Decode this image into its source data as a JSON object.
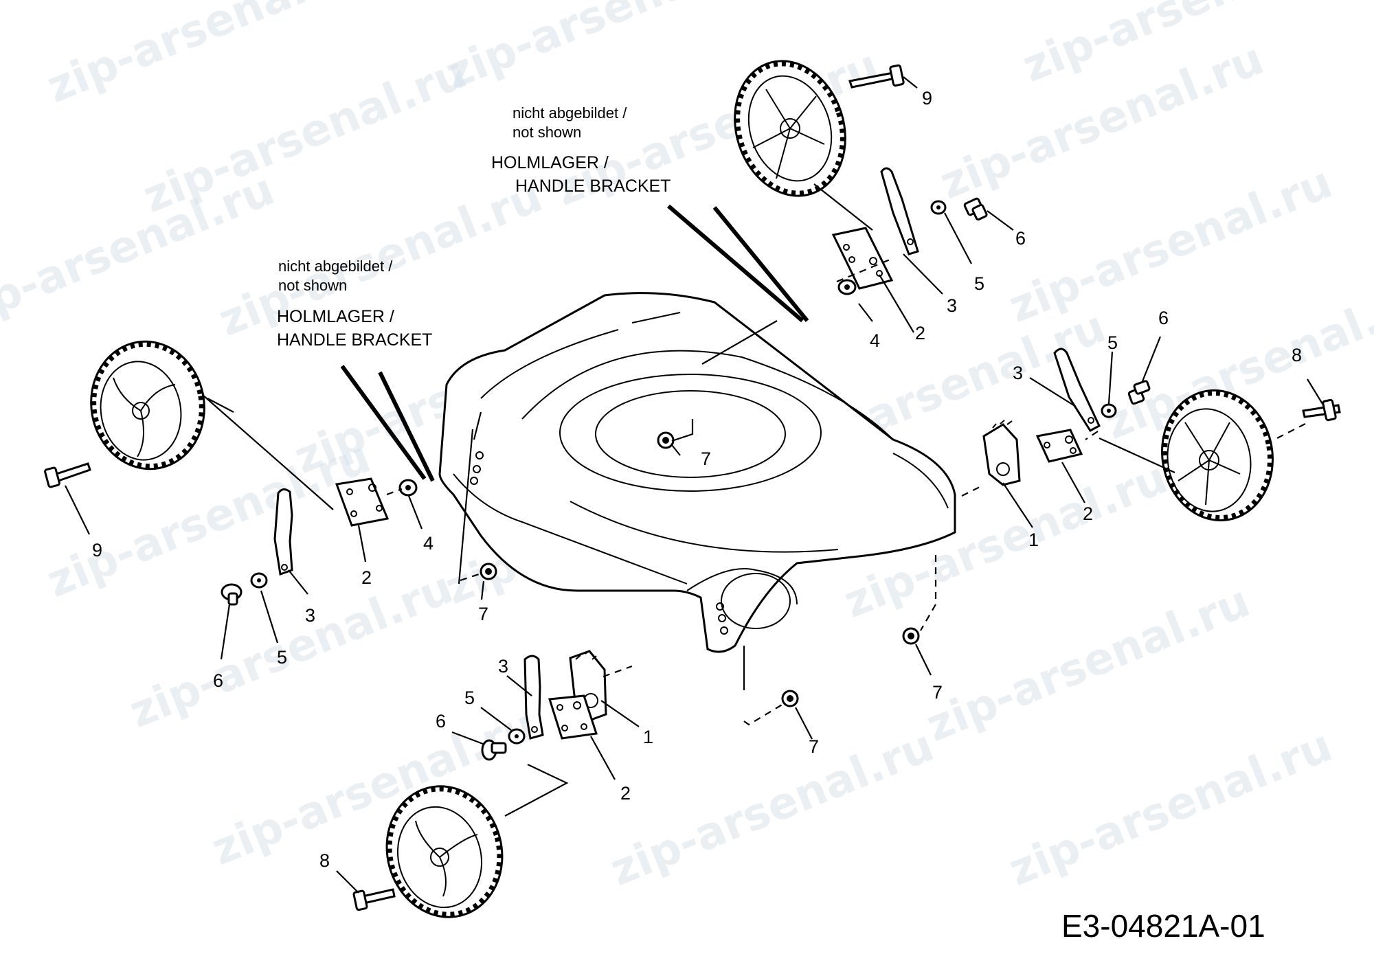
{
  "watermark": "zip-arsenal.ru",
  "diagram_code": "E3-04821A-01",
  "notes": [
    {
      "line1": "nicht abgebildet /",
      "line2": "not shown",
      "line3": "HOLMLAGER /",
      "line4": "HANDLE BRACKET"
    },
    {
      "line1": "nicht abgebildet /",
      "line2": "not shown",
      "line3": "HOLMLAGER /",
      "line4": "HANDLE BRACKET"
    }
  ],
  "callouts": {
    "c9_top": "9",
    "c6_tr": "6",
    "c5_tr": "5",
    "c3_tr": "3",
    "c2_tr": "2",
    "c4_tr": "4",
    "c7_deck": "7",
    "c3_right": "3",
    "c5_right": "5",
    "c6_right": "6",
    "c8_right": "8",
    "c2_right": "2",
    "c1_right": "1",
    "c9_left": "9",
    "c4_left": "4",
    "c2_left": "2",
    "c3_left": "3",
    "c5_left": "5",
    "c6_left": "6",
    "c7_left": "7",
    "c7_right_low": "7",
    "c7_mid_low": "7",
    "c3_bottom": "3",
    "c5_bottom": "5",
    "c6_bottom": "6",
    "c1_bottom": "1",
    "c2_bottom": "2",
    "c8_bottom": "8"
  }
}
